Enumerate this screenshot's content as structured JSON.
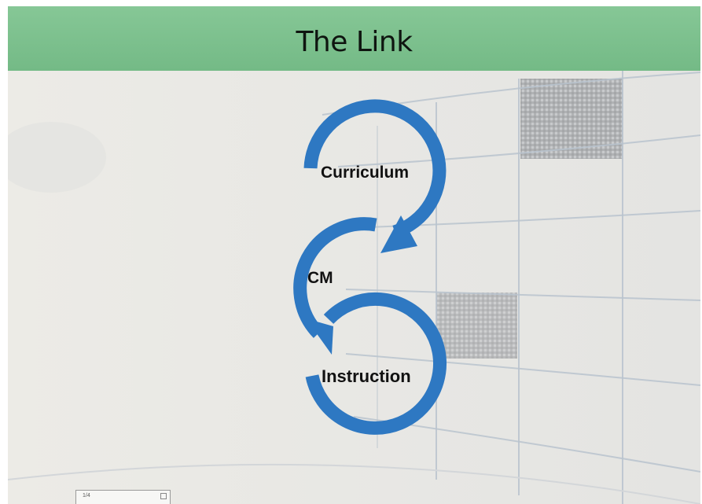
{
  "slide": {
    "title": "The Link",
    "nodes": {
      "curriculum": "Curriculum",
      "cm": "CM",
      "instruction": "Instruction"
    }
  },
  "mini_control": {
    "page_indicator": "1/4"
  },
  "colors": {
    "title_bar": "#7ac08c",
    "arrow": "#2e78c2",
    "background": "#ecebe6",
    "grid_line": "#b7c1cd"
  },
  "icons": {
    "arrows": "curved-arrow-icon"
  }
}
